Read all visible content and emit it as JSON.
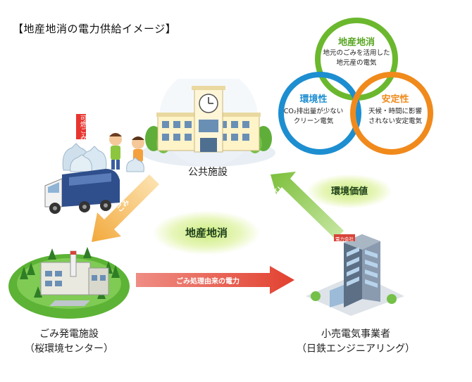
{
  "title": "【地産地消の電力供給イメージ】",
  "nodes": {
    "public_facility": "公共施設",
    "plant_line1": "ごみ発電施設",
    "plant_line2": "（桜環境センター）",
    "retailer_line1": "小売電気事業者",
    "retailer_line2": "（日鉄エンジニアリング）"
  },
  "center_label": "地産地消",
  "environment_value": "環境価値",
  "arrows": {
    "garbage": "ごみ",
    "power_from_waste_h": "ごみ処理由来の電力",
    "power_from_waste_diag": "ごみ処理由来の電力"
  },
  "venn": {
    "local": {
      "title": "地産地消",
      "line1": "地元のごみを活用した",
      "line2": "地元産の電気",
      "color": "#6bb82e"
    },
    "env": {
      "title": "環境性",
      "line1": "CO₂排出量が少ない",
      "line2": "クリーン電気",
      "color": "#1d8ed0"
    },
    "stable": {
      "title": "安定性",
      "line1": "天候・時間に影響",
      "line2": "されない安定電気",
      "color": "#f08a1c"
    }
  },
  "labels": {
    "burnable": "可燃ごみ",
    "company_sign": "電力会社"
  }
}
